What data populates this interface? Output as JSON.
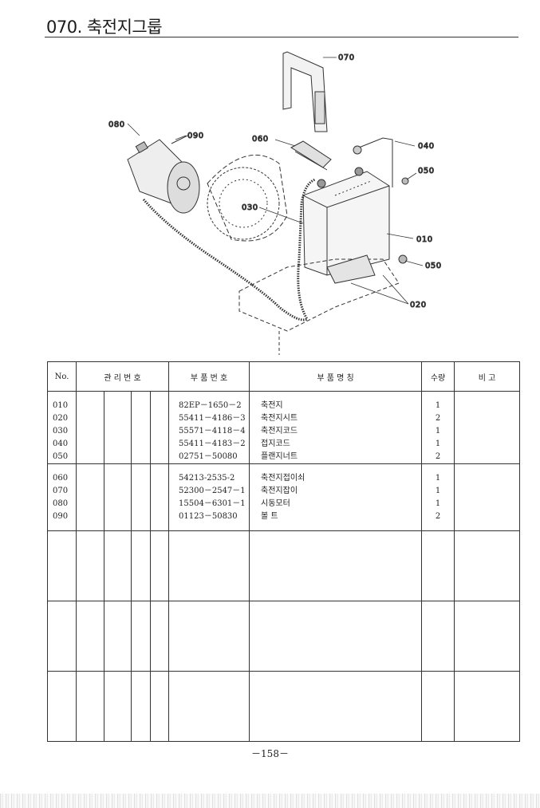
{
  "header": {
    "title": "070. 축전지그룹"
  },
  "diagram": {
    "callouts": [
      "070",
      "080",
      "090",
      "060",
      "040",
      "050",
      "030",
      "010",
      "050",
      "020"
    ]
  },
  "table": {
    "headers": {
      "no": "No.",
      "mgmt": "관 리 번 호",
      "part_no": "부 품 번 호",
      "part_name": "부 품 명 칭",
      "qty": "수량",
      "remark": "비 고"
    },
    "groups": [
      {
        "rows": [
          {
            "no": "010",
            "part_no": "82EP－1650－2",
            "name": "축전지",
            "qty": "1"
          },
          {
            "no": "020",
            "part_no": "55411－4186－3",
            "name": "축전지시트",
            "qty": "2"
          },
          {
            "no": "030",
            "part_no": "55571－4118－4",
            "name": "축전지코드",
            "qty": "1"
          },
          {
            "no": "040",
            "part_no": "55411－4183－2",
            "name": "접지코드",
            "qty": "1"
          },
          {
            "no": "050",
            "part_no": "02751－50080",
            "name": "플랜지너트",
            "qty": "2"
          }
        ]
      },
      {
        "rows": [
          {
            "no": "060",
            "part_no": "54213-2535-2",
            "name": "축전지접이쇠",
            "qty": "1"
          },
          {
            "no": "070",
            "part_no": "52300－2547－1",
            "name": "축전지잡이",
            "qty": "1"
          },
          {
            "no": "080",
            "part_no": "15504－6301－1",
            "name": "시동모터",
            "qty": "1"
          },
          {
            "no": "090",
            "part_no": "01123－50830",
            "name": "볼 트",
            "qty": "2"
          }
        ]
      }
    ]
  },
  "footer": {
    "page": "－158－"
  }
}
